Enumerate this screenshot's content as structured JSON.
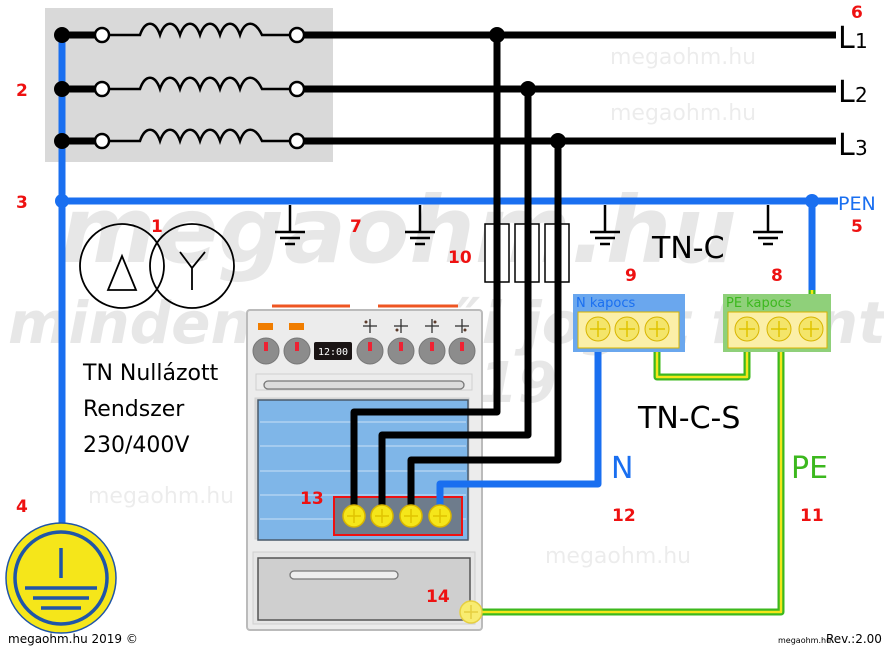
{
  "diagram": {
    "title_lines": [
      "TN Nullázott",
      "Rendszer",
      "230/400V"
    ],
    "phases": [
      {
        "name": "L",
        "sub": "1"
      },
      {
        "name": "L",
        "sub": "2"
      },
      {
        "name": "L",
        "sub": "3"
      }
    ],
    "pen_label": "PEN",
    "tn_c_label": "TN-C",
    "tn_c_s_label": "TN-C-S",
    "n_label": "N",
    "pe_label": "PE",
    "n_terminal_label": "N kapocs",
    "pe_terminal_label": "PE kapocs",
    "stove_clock": "12:00",
    "markers": {
      "m1": "1",
      "m2": "2",
      "m3": "3",
      "m4": "4",
      "m5": "5",
      "m6": "6",
      "m7": "7",
      "m8": "8",
      "m9": "9",
      "m10": "10",
      "m11": "11",
      "m12": "12",
      "m13": "13",
      "m14": "14"
    },
    "watermarks": {
      "big": "megaohm.hu",
      "rights": "minden szerzői jogot fenntart",
      "year": "©2019",
      "small": "megaohm.hu"
    },
    "footer_left": "megaohm.hu 2019 ©",
    "footer_right_site": "megaohm.hu",
    "footer_right_rev": "Rev.:2.00"
  },
  "colors": {
    "phase": "#000000",
    "pen": "#1a6ff0",
    "pe_green": "#3cb81e",
    "pe_yellow": "#f5e61a",
    "label_red": "#ee1111",
    "transformer_box": "#d9d9d9",
    "n_terminal_bg": "#6aa7ee",
    "pe_terminal_bg": "#8fd07a",
    "earth_yellow": "#f5e61a",
    "earth_blue": "#1f55a8"
  }
}
